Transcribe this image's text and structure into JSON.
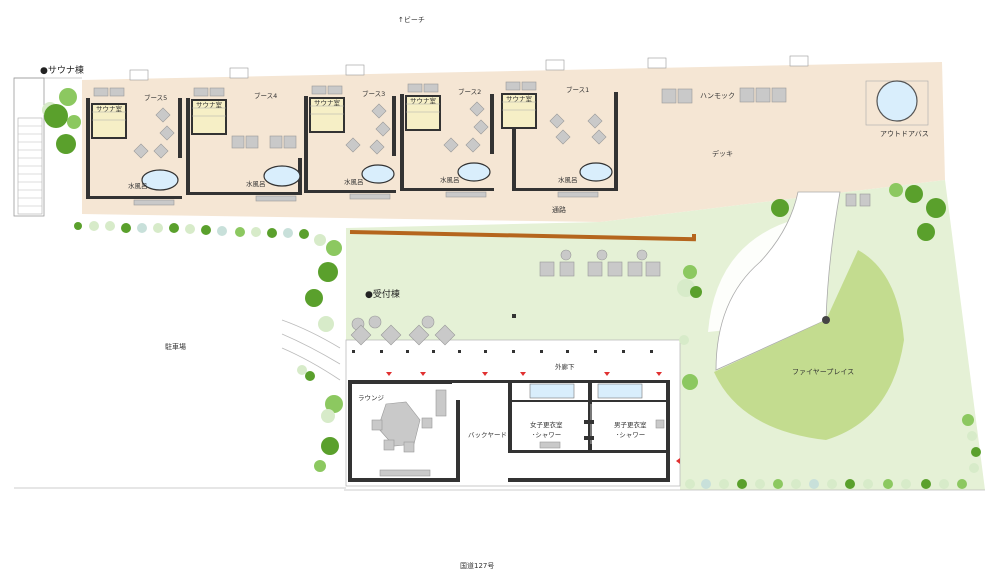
{
  "labels": {
    "beach": "↑ビーチ",
    "sauna_building": "●サウナ棟",
    "reception_building": "●受付棟",
    "road": "国道127号",
    "parking": "駐車場",
    "passage": "通路",
    "deck": "デッキ",
    "hammock": "ハンモック",
    "outdoor_bath": "アウトドアバス",
    "fireplace": "ファイヤープレイス",
    "corridor": "外廊下",
    "lounge": "ラウンジ",
    "backyard": "バックヤード",
    "womens_room": "女子更衣室・シャワー",
    "mens_room": "男子更衣室・シャワー",
    "sauna_room": "サウナ室",
    "cold_bath": "水風呂"
  },
  "womens_room_lines": [
    "女子更衣室",
    "･シャワー"
  ],
  "mens_room_lines": [
    "男子更衣室",
    "･シャワー"
  ],
  "booths": [
    {
      "name": "ブース5",
      "sauna": "サウナ室",
      "bath": "水風呂"
    },
    {
      "name": "ブース4",
      "sauna": "サウナ室",
      "bath": "水風呂"
    },
    {
      "name": "ブース3",
      "sauna": "サウナ室",
      "bath": "水風呂"
    },
    {
      "name": "ブース2",
      "sauna": "サウナ室",
      "bath": "水風呂"
    },
    {
      "name": "ブース1",
      "sauna": "サウナ室",
      "bath": "水風呂"
    }
  ],
  "colors": {
    "deck": "#f5e6d4",
    "lawn": "#e5f1d6",
    "fireplace": "#c3dc8f",
    "walls": "#333333",
    "furniture": "#c9c9c9",
    "bath_water": "#d9eefc",
    "sauna_room": "#f6efc6",
    "tree_dark": "#5aa02c",
    "tree_mid": "#8cc860",
    "tree_light": "#d7ebc9",
    "entrance_marker": "#e03030"
  }
}
